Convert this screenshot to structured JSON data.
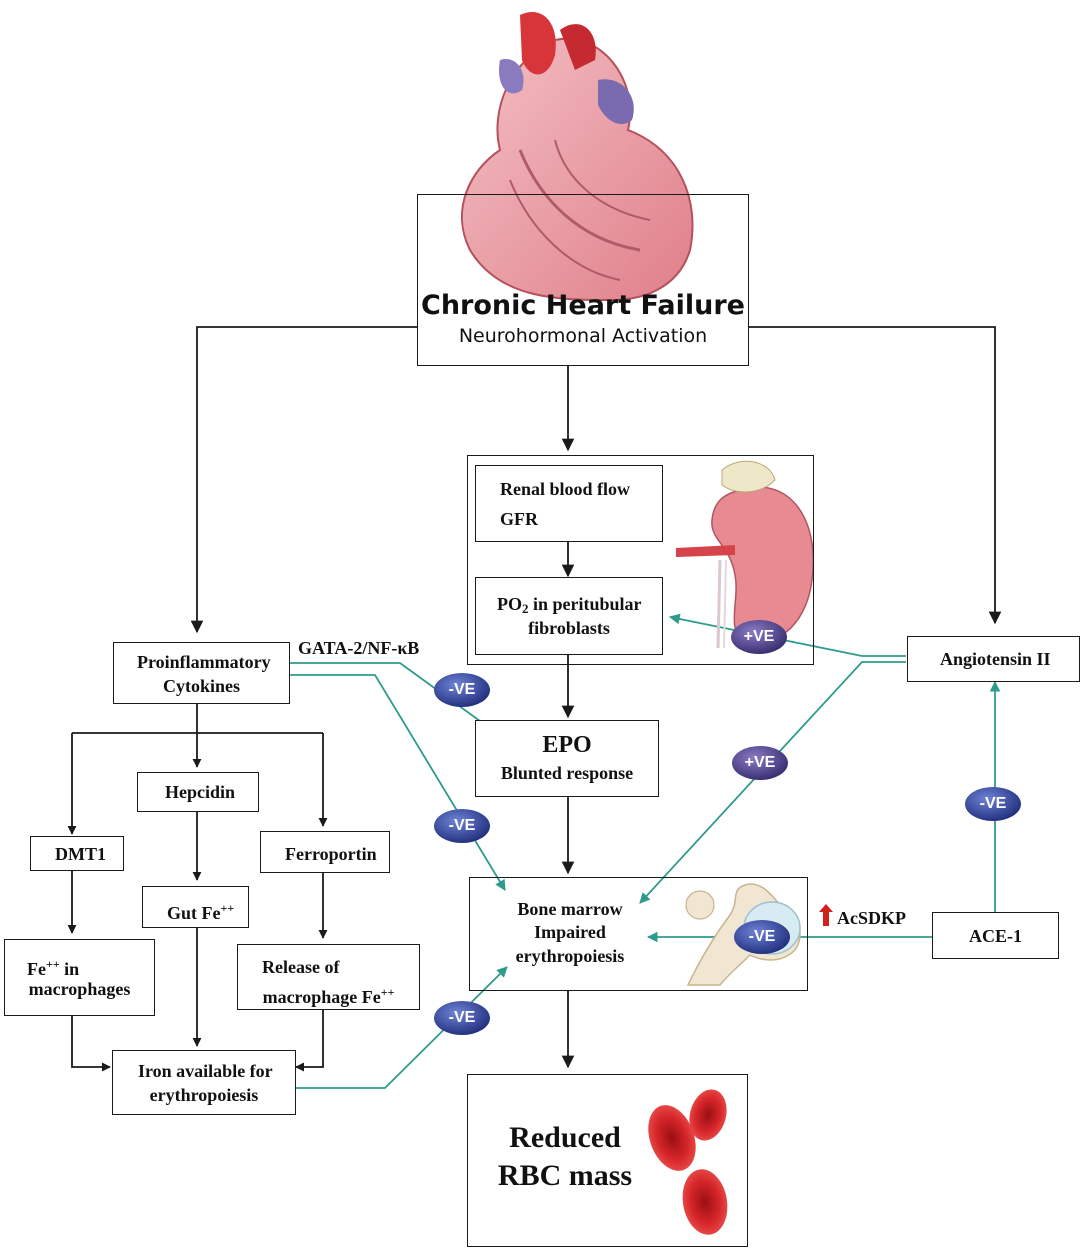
{
  "colors": {
    "arrow_black": "#1a1a1a",
    "arrow_teal": "#2e9c8c",
    "indicator_red": "#d0211c",
    "badge_blue": "#2f3f96",
    "badge_purple": "#4a3f86"
  },
  "heart": {
    "title": "Chronic Heart Failure",
    "subtitle": "Neurohormonal Activation"
  },
  "kidney_panel": {
    "renal_blood_flow": "Renal blood flow",
    "gfr": "GFR",
    "po2_line1": "PO",
    "po2_sub": "2",
    "po2_line1_rest": " in peritubular",
    "po2_line2": "fibroblasts",
    "plus_ve": "+VE"
  },
  "left_branch": {
    "cytokines_line1": "Proinflammatory",
    "cytokines_line2": "Cytokines",
    "gata_label": "GATA-2/NF-κB",
    "hepcidin": "Hepcidin",
    "dmt1": "DMT1",
    "ferroportin": "Ferroportin",
    "gut_fe": "Gut Fe",
    "gut_fe_sup": "++",
    "fe_macro_line1": "Fe",
    "fe_macro_sup": "++",
    "fe_macro_line1_rest": " in",
    "fe_macro_line2": "macrophages",
    "release_line1": "Release of",
    "release_line2": "macrophage Fe",
    "release_sup": "++",
    "iron_line1": "Iron available for",
    "iron_line2": "erythropoiesis"
  },
  "epo": {
    "title": "EPO",
    "subtitle": "Blunted response"
  },
  "marrow": {
    "line1": "Bone marrow",
    "line2": "Impaired",
    "line3": "erythropoiesis"
  },
  "right_branch": {
    "angiotensin": "Angiotensin II",
    "ace1": "ACE-1",
    "acsdkp": "AcSDKP"
  },
  "rbc": {
    "line1": "Reduced",
    "line2": "RBC mass"
  },
  "badges": {
    "neg": "-VE",
    "pos": "+VE"
  }
}
